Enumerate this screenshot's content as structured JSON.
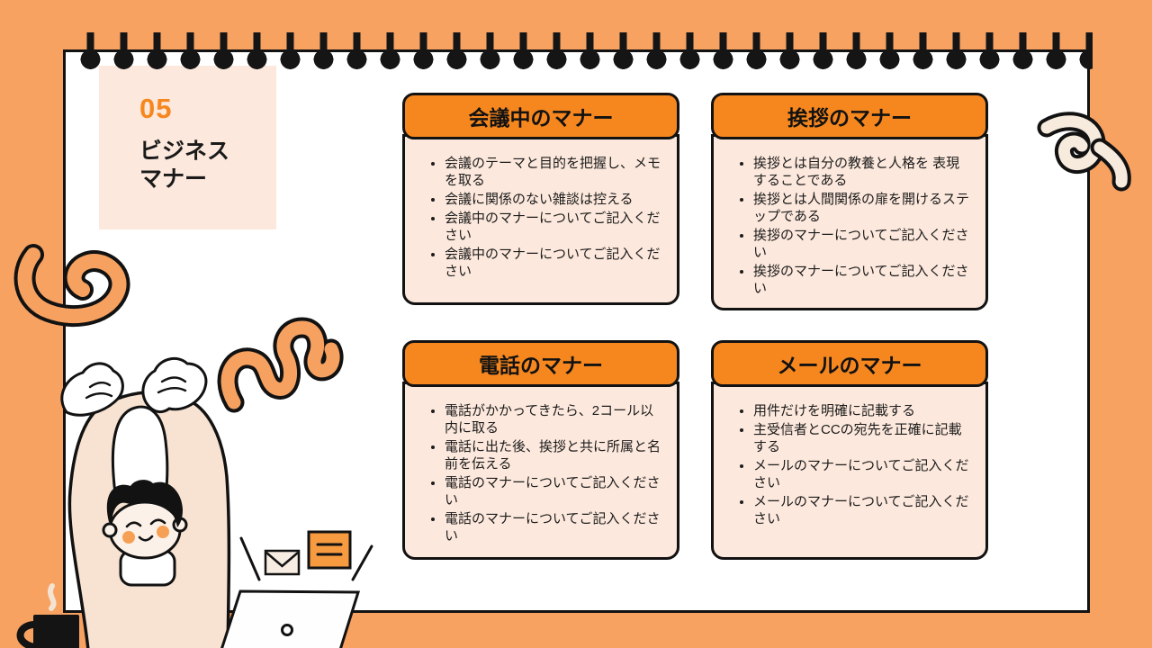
{
  "slide": {
    "page_number": "05",
    "title_line1": "ビジネス",
    "title_line2": "マナー"
  },
  "cards": [
    {
      "title": "会議中のマナー",
      "bullets": [
        "会議のテーマと目的を把握し、メモを取る",
        "会議に関係のない雑談は控える",
        "会議中のマナーについてご記入ください",
        "会議中のマナーについてご記入ください"
      ]
    },
    {
      "title": "挨拶のマナー",
      "bullets": [
        "挨拶とは自分の教養と人格を 表現することである",
        "挨拶とは人間関係の扉を開けるステップである",
        "挨拶のマナーについてご記入ください",
        "挨拶のマナーについてご記入ください"
      ]
    },
    {
      "title": "電話のマナー",
      "bullets": [
        "電話がかかってきたら、2コール以内に取る",
        "電話に出た後、挨拶と共に所属と名前を伝える",
        "電話のマナーについてご記入ください",
        "電話のマナーについてご記入ください"
      ]
    },
    {
      "title": "メールのマナー",
      "bullets": [
        "用件だけを明確に記載する",
        "主受信者とCCの宛先を正確に記載する",
        "メールのマナーについてご記入ください",
        "メールのマナーについてご記入ください"
      ]
    }
  ],
  "colors": {
    "background": "#F8A262",
    "accent_orange": "#F6871F",
    "card_body_peach": "#FCE8DC",
    "page_white": "#FFFFFF",
    "ink_black": "#121212",
    "skin_peach": "#F8E3D2",
    "cream": "#F6EBDD",
    "blush_orange": "#F5A054"
  },
  "decorations": [
    "binder-pins",
    "spiral-left",
    "squiggle-w",
    "spiral-right",
    "stretching-person",
    "coffee-mug",
    "steam",
    "laptop",
    "envelope-icon",
    "note-card-icon",
    "sparkle-lines"
  ]
}
